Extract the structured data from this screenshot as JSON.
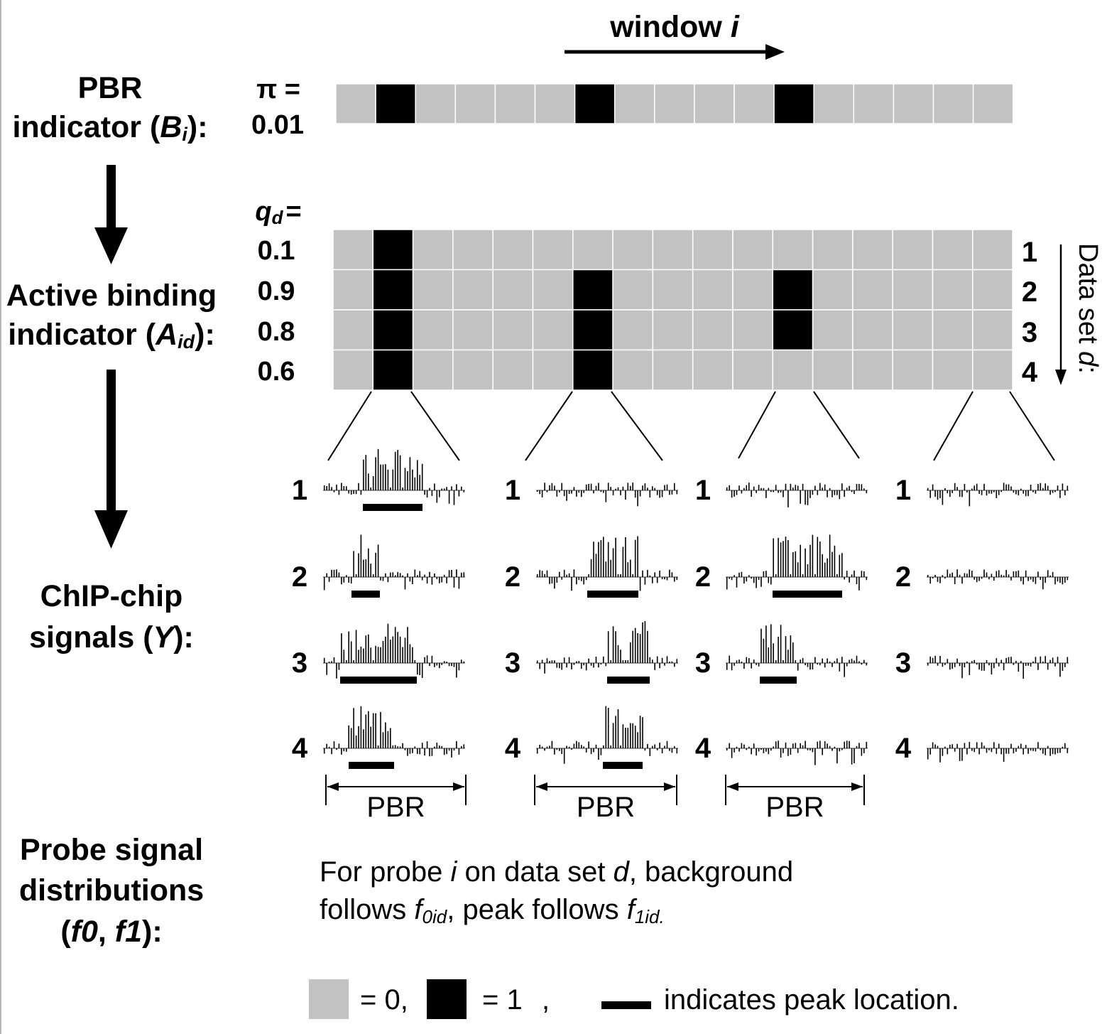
{
  "labels": {
    "pbr_l1": "PBR",
    "pbr_l2_pre": "indicator (",
    "pbr_var": "B",
    "pbr_sub": "i",
    "pbr_post": "):",
    "act_l1": "Active binding",
    "act_l2_pre": "indicator (",
    "act_var": "A",
    "act_sub": "id",
    "act_post": "):",
    "chip_l1": "ChIP-chip",
    "chip_l2_pre": "signals (",
    "chip_var": "Y",
    "chip_post": "):",
    "dist_l1": "Probe signal",
    "dist_l2": "distributions",
    "dist_l3_pre": "(",
    "dist_f0": "f0",
    "dist_comma": ", ",
    "dist_f1": "f1",
    "dist_post": "):"
  },
  "window_label": {
    "text": "window ",
    "var": "i"
  },
  "pi": {
    "label": "π =",
    "value": "0.01"
  },
  "q": {
    "var": "q",
    "sub": "d",
    "eq": "=",
    "values": [
      "0.1",
      "0.9",
      "0.8",
      "0.6"
    ]
  },
  "pbr_row": [
    0,
    1,
    0,
    0,
    0,
    0,
    1,
    0,
    0,
    0,
    0,
    1,
    0,
    0,
    0,
    0,
    0
  ],
  "binding_grid": [
    [
      0,
      1,
      0,
      0,
      0,
      0,
      0,
      0,
      0,
      0,
      0,
      0,
      0,
      0,
      0,
      0,
      0
    ],
    [
      0,
      1,
      0,
      0,
      0,
      0,
      1,
      0,
      0,
      0,
      0,
      1,
      0,
      0,
      0,
      0,
      0
    ],
    [
      0,
      1,
      0,
      0,
      0,
      0,
      1,
      0,
      0,
      0,
      0,
      1,
      0,
      0,
      0,
      0,
      0
    ],
    [
      0,
      1,
      0,
      0,
      0,
      0,
      1,
      0,
      0,
      0,
      0,
      0,
      0,
      0,
      0,
      0,
      0
    ]
  ],
  "dataset_numbers": [
    "1",
    "2",
    "3",
    "4"
  ],
  "dataset_axis": {
    "text": "Data set ",
    "var": "d",
    "post": ":"
  },
  "peaks": [
    [
      [
        0.28,
        0.7
      ],
      [
        0.2,
        0.4
      ],
      [
        0.12,
        0.66
      ],
      [
        0.18,
        0.5
      ]
    ],
    [
      [
        0,
        0
      ],
      [
        0.36,
        0.72
      ],
      [
        0.5,
        0.8
      ],
      [
        0.47,
        0.75
      ]
    ],
    [
      [
        0,
        0
      ],
      [
        0.33,
        0.82
      ],
      [
        0.24,
        0.5
      ],
      [
        0,
        0
      ]
    ],
    [
      [
        0,
        0
      ],
      [
        0,
        0
      ],
      [
        0,
        0
      ],
      [
        0,
        0
      ]
    ]
  ],
  "pbr_label": "PBR",
  "note": {
    "l1_a": "For probe ",
    "l1_i": "i",
    "l1_b": " on data set ",
    "l1_d": "d",
    "l1_c": ", background",
    "l2_a": "follows ",
    "l2_f0": "f",
    "l2_f0_sub": "0id",
    "l2_b": ", peak follows ",
    "l2_f1": "f",
    "l2_f1_sub": "1id."
  },
  "legend": {
    "zero": "= 0,",
    "one": "= 1",
    "comma": ",",
    "peak": "indicates peak location."
  },
  "colors": {
    "gray": "#c2c2c2",
    "black": "#000000",
    "grid_line": "#ffffff"
  }
}
